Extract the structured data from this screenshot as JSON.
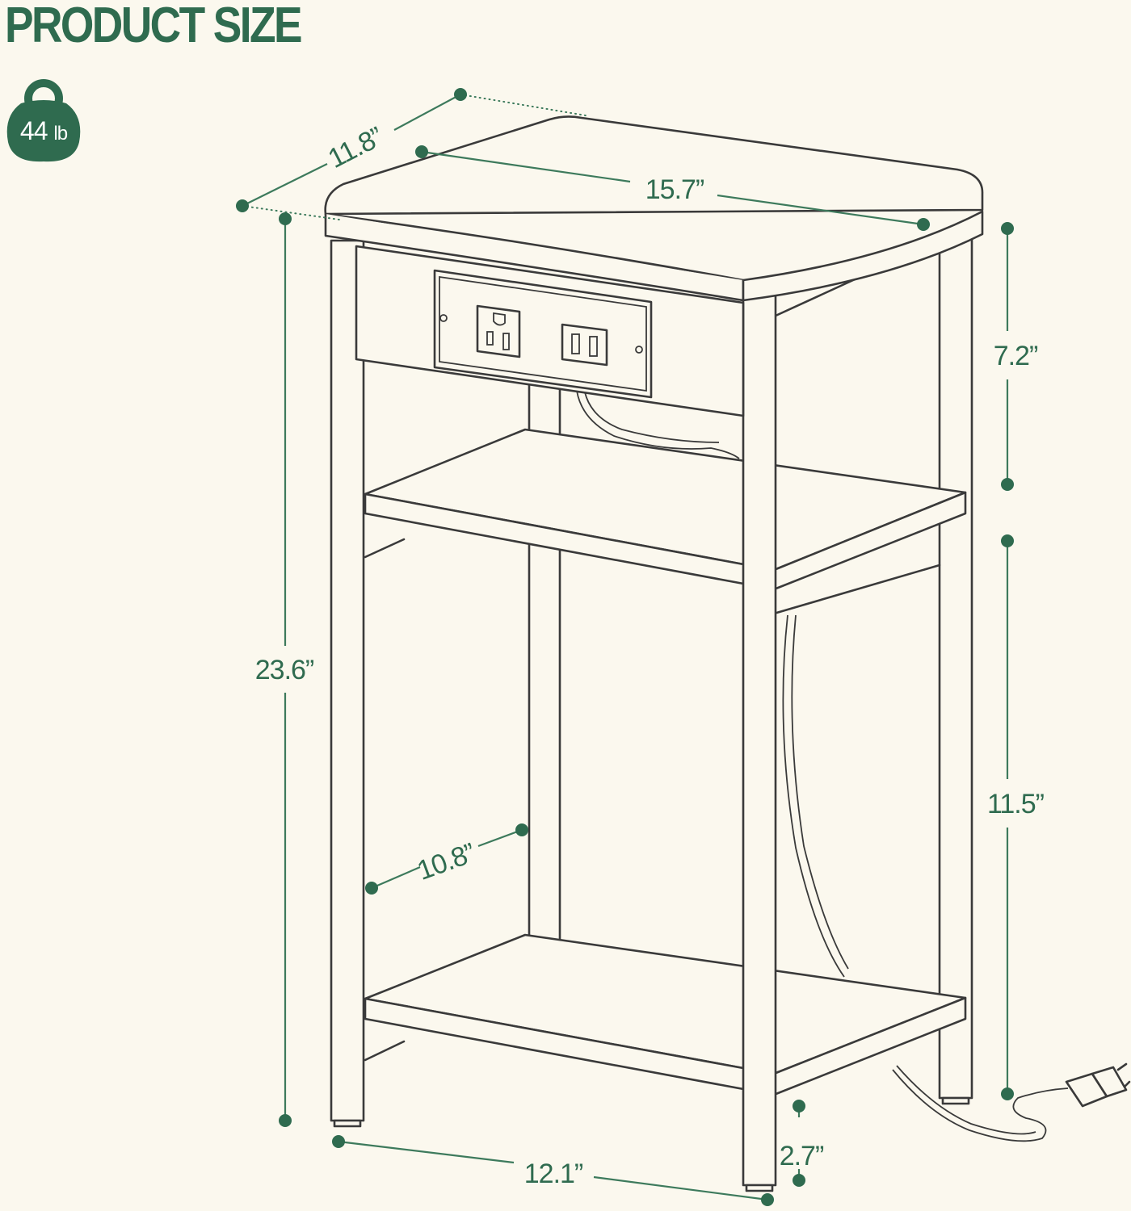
{
  "title": "PRODUCT SIZE",
  "weight": {
    "value": "44",
    "unit": "lb"
  },
  "dimensions": {
    "depth": "11.8”",
    "width_top": "15.7”",
    "height_total": "23.6”",
    "drawer_height": "7.2”",
    "shelf_gap": "11.5”",
    "bottom_shelf_depth": "10.8”",
    "base_width": "12.1”",
    "leg_clearance": "2.7”"
  },
  "colors": {
    "accent": "#2f6b4f",
    "background": "#fbf8ee",
    "ink": "#3a3a3a"
  }
}
